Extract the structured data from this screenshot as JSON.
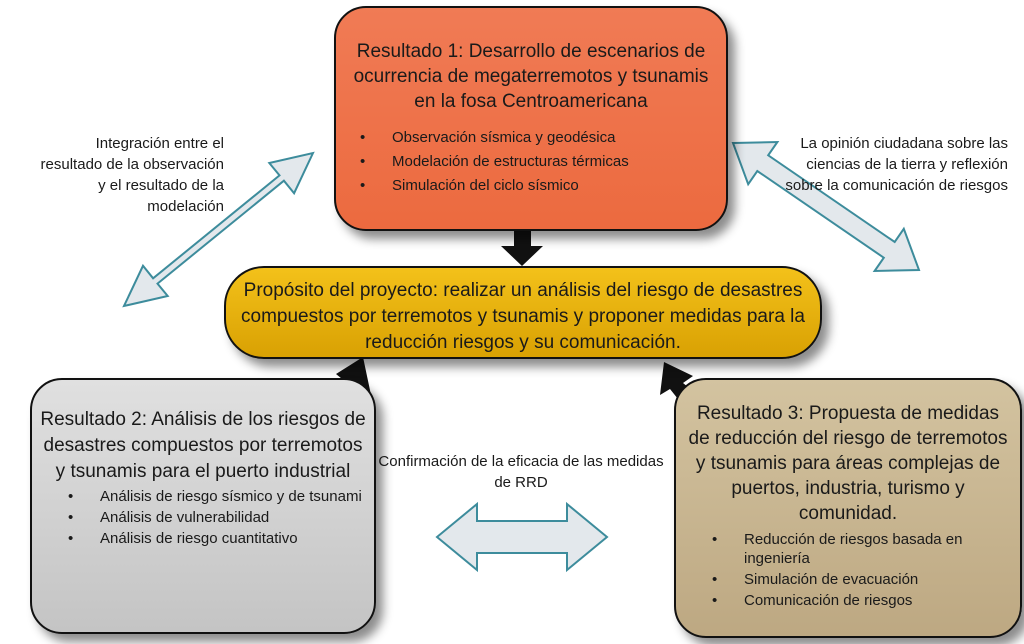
{
  "result1": {
    "title": "Resultado 1: Desarrollo de escenarios de ocurrencia de megaterremotos y tsunamis en la fosa Centroamericana",
    "bullets": [
      "Observación sísmica y geodésica",
      "Modelación de estructuras térmicas",
      "Simulación del ciclo sísmico"
    ],
    "color": "#ec6a3f"
  },
  "purpose": {
    "text": "Propósito del proyecto: realizar un análisis del riesgo de desastres compuestos por terremotos y tsunamis y proponer medidas para la reducción riesgos y su comunicación.",
    "color": "#e5b00d"
  },
  "result2": {
    "title": "Resultado 2: Análisis de los riesgos de desastres compuestos por terremotos y tsunamis para el puerto industrial",
    "bullets": [
      "Análisis de riesgo sísmico y de tsunami",
      "Análisis de vulnerabilidad",
      "Análisis de riesgo cuantitativo"
    ],
    "color": "#cfcfcf"
  },
  "result3": {
    "title": "Resultado 3: Propuesta de medidas de reducción del riesgo de terremotos y tsunamis para áreas complejas de puertos, industria, turismo y comunidad.",
    "bullets": [
      "Reducción de riesgos basada en ingeniería",
      "Simulación de evacuación",
      "Comunicación de riesgos"
    ],
    "color": "#c8b58f"
  },
  "labels": {
    "left": "Integración entre el resultado de la observación y el resultado de la modelación",
    "right": "La opinión ciudadana sobre las ciencias de la tierra y reflexión sobre la comunicación de riesgos",
    "middle": "Confirmación de la eficacia de las medidas de RRD"
  },
  "arrow_colors": {
    "fill": "#e3e8ec",
    "stroke": "#3d8c9c",
    "solid": "#111111"
  }
}
